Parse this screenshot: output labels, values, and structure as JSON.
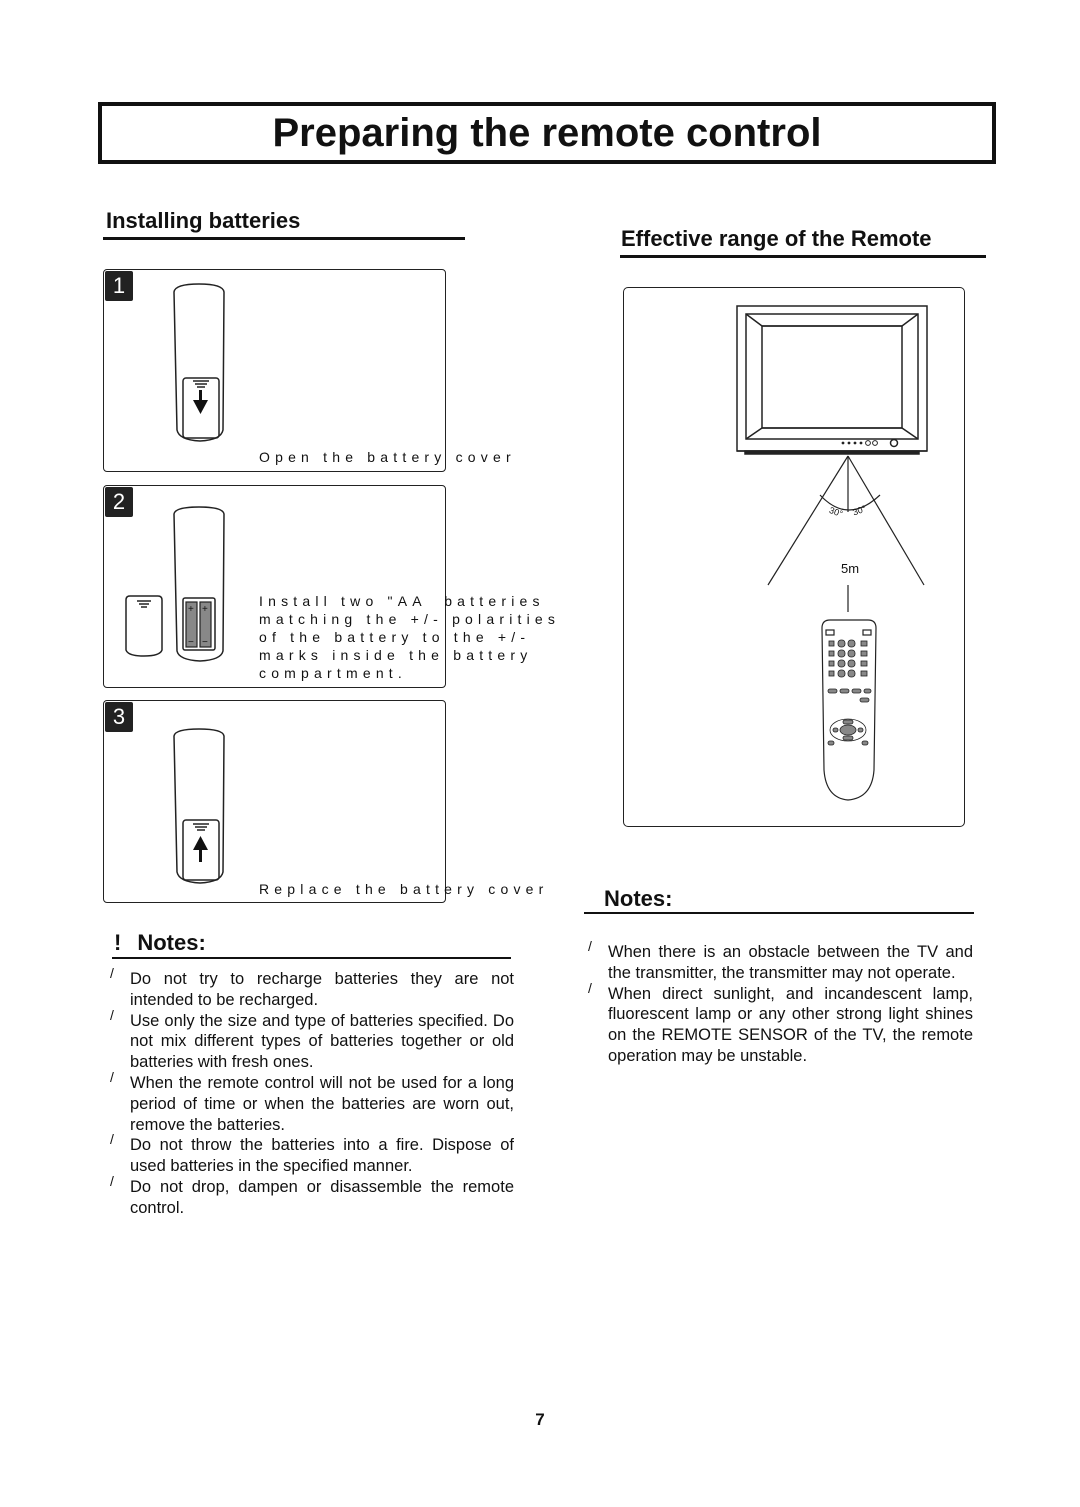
{
  "page": {
    "title": "Preparing the remote control",
    "page_number": "7"
  },
  "installing": {
    "heading": "Installing batteries",
    "steps": [
      {
        "number": "1",
        "caption": "Open the battery cover"
      },
      {
        "number": "2",
        "caption": "Install two \"AA  batteries\nmatching the +/- polarities\nof the battery to the +/-\nmarks inside the battery\ncompartment."
      },
      {
        "number": "3",
        "caption": "Replace the battery cover"
      }
    ]
  },
  "range": {
    "heading": "Effective range of the Remote",
    "angle_left": "30°",
    "angle_right": "30°",
    "distance": "5m"
  },
  "notes_left": {
    "marker": "!",
    "heading": "Notes:",
    "items": [
      "Do not try to recharge batteries they are not intended to be recharged.",
      "Use only the size and type of batteries specified. Do not mix different types of batteries together or old batteries with fresh ones.",
      "When the remote control will not be used for a long period of time or when the batteries are worn out, remove the batteries.",
      "Do not throw the batteries into a fire. Dispose of used batteries in the specified manner.",
      "Do not drop, dampen or disassemble the remote control."
    ]
  },
  "notes_right": {
    "heading": "Notes:",
    "items": [
      "When there is an obstacle between the TV and the transmitter, the transmitter may not operate.",
      "When direct sunlight, and incandescent lamp, fluorescent lamp or any other strong light shines on the REMOTE SENSOR of the TV, the remote operation may be unstable."
    ]
  },
  "icons": {
    "bullet": "slash-bullet",
    "warning": "exclamation-icon",
    "arrow_down": "arrow-down-icon",
    "arrow_up": "arrow-up-icon"
  }
}
